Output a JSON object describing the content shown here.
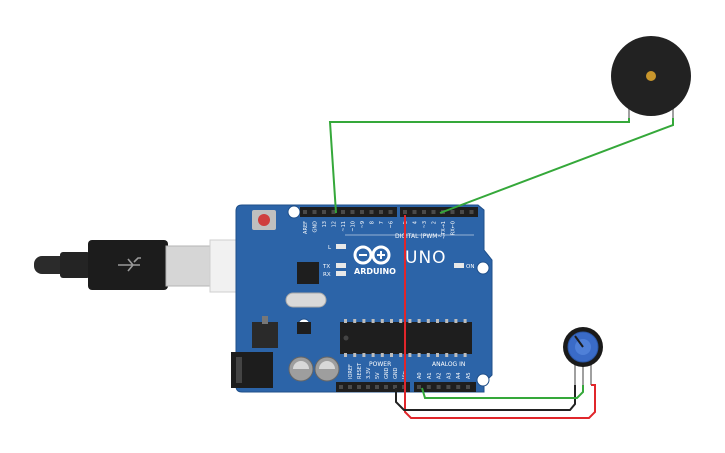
{
  "board": {
    "brand": "ARDUINO",
    "model": "UNO",
    "label_digital": "DIGITAL (PWM~)",
    "label_power": "POWER",
    "label_analog": "ANALOG IN",
    "label_on": "ON",
    "label_l": "L",
    "label_tx": "TX",
    "label_rx": "RX",
    "top_pins": [
      "AREF",
      "GND",
      "13",
      "12",
      "~11",
      "~10",
      "~9",
      "8",
      "7",
      "~6",
      "~5",
      "4",
      "~3",
      "2",
      "TX→1",
      "RX←0"
    ],
    "power_pins": [
      "IOREF",
      "RESET",
      "3.3V",
      "5V",
      "GND",
      "GND",
      "Vin"
    ],
    "analog_pins": [
      "A0",
      "A1",
      "A2",
      "A3",
      "A4",
      "A5"
    ]
  },
  "components": {
    "buzzer": "piezo-buzzer",
    "potentiometer": "potentiometer",
    "usb": "usb-b-cable"
  },
  "colors": {
    "board": "#2c64a8",
    "board_edge": "#1f4f8a",
    "wire_green": "#35a83a",
    "wire_red": "#e0262b",
    "wire_black": "#222222",
    "header": "#1e1e1e",
    "buzzer": "#222222",
    "buzzer_center": "#c8962c",
    "pot_knob": "#3a6bc7"
  }
}
